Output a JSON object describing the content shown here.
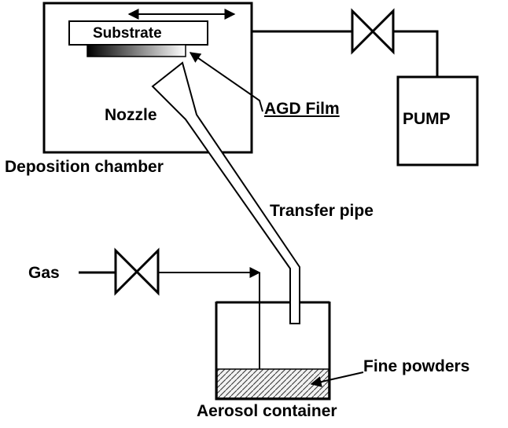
{
  "labels": {
    "substrate": "Substrate",
    "nozzle": "Nozzle",
    "agd_film": "AGD Film",
    "pump": "PUMP",
    "deposition_chamber": "Deposition chamber",
    "transfer_pipe": "Transfer pipe",
    "gas": "Gas",
    "fine_powders": "Fine powders",
    "aerosol_container": "Aerosol container"
  }
}
